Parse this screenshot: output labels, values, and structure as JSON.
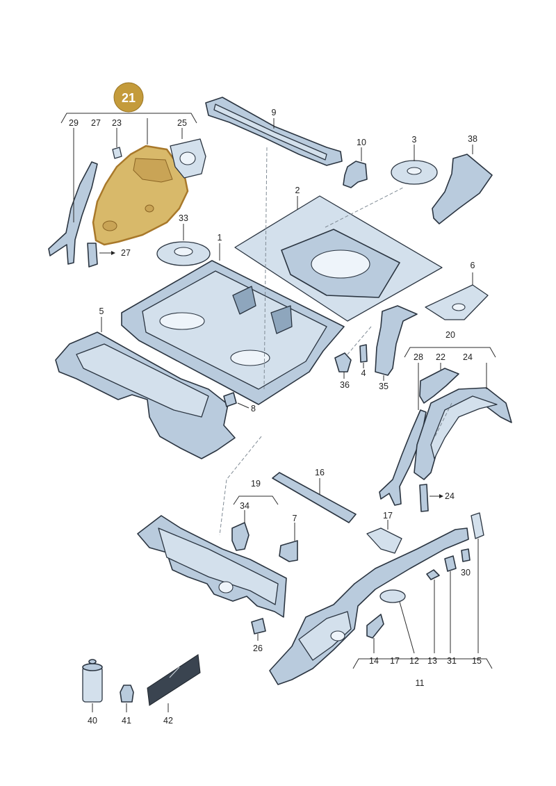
{
  "callout": {
    "highlighted_part": "21"
  },
  "labels": {
    "p1": "1",
    "p3": "3",
    "p4": "4",
    "p5": "5",
    "p6": "6",
    "p7": "7",
    "p8": "8",
    "p9": "9",
    "p10": "10",
    "p11": "11",
    "p12": "12",
    "p13": "13",
    "p14": "14",
    "p15": "15",
    "p16": "16",
    "p17a": "17",
    "p17b": "17",
    "p19": "19",
    "p20": "20",
    "p22": "22",
    "p23": "23",
    "p24a": "24",
    "p24b": "24",
    "p25": "25",
    "p26": "26",
    "p27a": "27",
    "p27b": "27",
    "p28": "28",
    "p29": "29",
    "p30": "30",
    "p31": "31",
    "p33": "33",
    "p34": "34",
    "p35": "35",
    "p36": "36",
    "p38": "38",
    "p40": "40",
    "p41": "41",
    "p42": "42",
    "p2": "2"
  },
  "colors": {
    "part_fill": "#b9cbdd",
    "highlight": "#d8b96a",
    "badge": "#c49b3b"
  }
}
